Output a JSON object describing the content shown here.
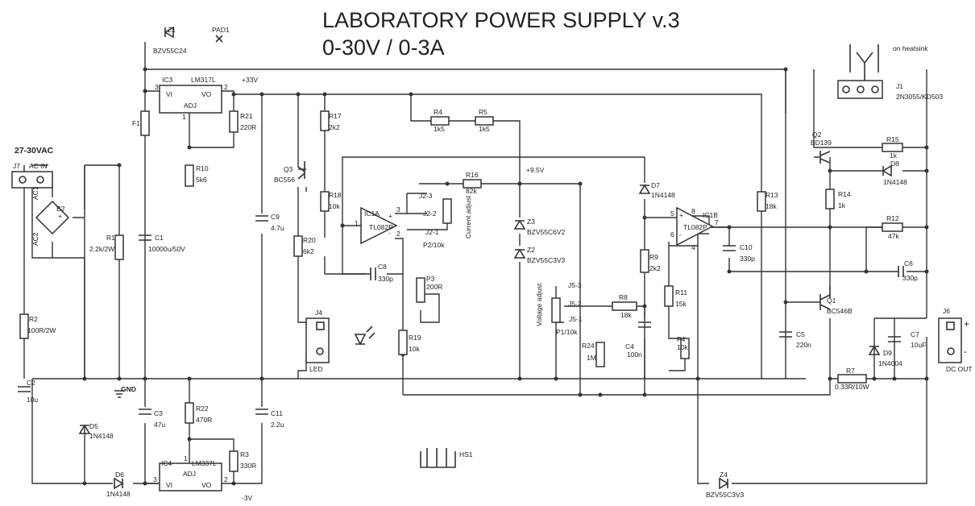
{
  "title": {
    "line1": "LABORATORY POWER SUPPLY v.3",
    "line2": "0-30V / 0-3A"
  },
  "connectors": {
    "j7_name": "J7",
    "j7_label": "AC IN",
    "input_spec": "27-30VAC",
    "j1_name": "J1",
    "j1_part": "2N3055/KD503",
    "j1_note": "on heatsink",
    "j6_name": "J6",
    "j6_label": "DC OUT",
    "j6_plus": "+",
    "j6_minus": "-",
    "j4_name": "J4",
    "j4_label": "LED",
    "pad_name": "PAD1",
    "hs_name": "HS1"
  },
  "nets": {
    "gnd": "GND",
    "pos33": "+33V",
    "pos9v5": "+9.5V",
    "neg3": "-3V"
  },
  "components": {
    "Z1": {
      "name": "Z1",
      "value": "BZV55C24"
    },
    "IC3": {
      "name": "IC3",
      "part": "LM317L",
      "vi": "VI",
      "vo": "VO",
      "adj": "ADJ",
      "p3": "3",
      "p2": "2",
      "p1": "1"
    },
    "IC4": {
      "name": "IC4",
      "part": "LM337L",
      "vi": "VI",
      "vo": "VO",
      "adj": "ADJ",
      "p3": "3",
      "p2": "2",
      "p1": "1"
    },
    "B2": {
      "name": "B2",
      "ac1": "AC1",
      "ac2": "AC2",
      "plus": "+"
    },
    "F1": {
      "name": "F1"
    },
    "R1": {
      "name": "R1",
      "value": "2.2k/2W"
    },
    "R2": {
      "name": "R2",
      "value": "100R/2W"
    },
    "C1": {
      "name": "C1",
      "value": "10000u/50V"
    },
    "C2": {
      "name": "C2",
      "value": "10u"
    },
    "C3": {
      "name": "C3",
      "value": "47u"
    },
    "R21": {
      "name": "R21",
      "value": "220R"
    },
    "R10": {
      "name": "R10",
      "value": "5k6"
    },
    "R22": {
      "name": "R22",
      "value": "470R"
    },
    "R3": {
      "name": "R3",
      "value": "330R"
    },
    "C9": {
      "name": "C9",
      "value": "4.7u"
    },
    "C11": {
      "name": "C11",
      "value": "2.2u"
    },
    "D5": {
      "name": "D5",
      "value": "1N4148"
    },
    "D6": {
      "name": "D6",
      "value": "1N4148"
    },
    "R17": {
      "name": "R17",
      "value": "2k2"
    },
    "R18": {
      "name": "R18",
      "value": "10k"
    },
    "Q3": {
      "name": "Q3",
      "value": "BC556"
    },
    "R20": {
      "name": "R20",
      "value": "6k2"
    },
    "IC1A": {
      "name": "IC1A",
      "part": "TL082P",
      "p1": "1",
      "p2": "2",
      "p3": "3",
      "plus": "+",
      "minus": "-"
    },
    "C8": {
      "name": "C8",
      "value": "330p"
    },
    "R16": {
      "name": "R16",
      "value": "82k"
    },
    "R4": {
      "name": "R4",
      "value": "1k5"
    },
    "R5": {
      "name": "R5",
      "value": "1k5"
    },
    "J2": {
      "j23": "J2-3",
      "j22": "J2-2",
      "j21": "J2-1",
      "pot": "P2/10k",
      "adj": "Current adjust"
    },
    "P3": {
      "name": "P3",
      "value": "200R"
    },
    "R19": {
      "name": "R19",
      "value": "10k"
    },
    "Z3": {
      "name": "Z3",
      "value": "BZV55C6V2"
    },
    "Z2": {
      "name": "Z2",
      "value": "BZV55C3V3"
    },
    "J5": {
      "j53": "J5-3",
      "j52": "J5-2",
      "j51": "J5-1",
      "pot": "P1/10k",
      "adj": "Voltage adjust"
    },
    "R24": {
      "name": "R24",
      "value": "1M"
    },
    "R8": {
      "name": "R8",
      "value": "18k"
    },
    "C4": {
      "name": "C4",
      "value": "100n"
    },
    "R9": {
      "name": "R9",
      "value": "2k2"
    },
    "D7": {
      "name": "D7",
      "value": "1N4148"
    },
    "IC1B": {
      "name": "IC1B",
      "part": "TL082P",
      "p5": "5",
      "p6": "6",
      "p7": "7",
      "p8": "8",
      "p4": "4",
      "plus": "+",
      "minus": "-"
    },
    "R11": {
      "name": "R11",
      "value": "15k"
    },
    "P4": {
      "name": "P4",
      "value": "10k"
    },
    "C10": {
      "name": "C10",
      "value": "330p"
    },
    "R13": {
      "name": "R13",
      "value": "18k"
    },
    "C5": {
      "name": "C5",
      "value": "220n"
    },
    "Q2": {
      "name": "Q2",
      "value": "BD139"
    },
    "R15": {
      "name": "R15",
      "value": "1k"
    },
    "D8": {
      "name": "D8",
      "value": "1N4148"
    },
    "R14": {
      "name": "R14",
      "value": "1k"
    },
    "R12": {
      "name": "R12",
      "value": "47k"
    },
    "C6": {
      "name": "C6",
      "value": "330p"
    },
    "Q1": {
      "name": "Q1",
      "value": "BC546B"
    },
    "C7": {
      "name": "C7",
      "value": "10uF"
    },
    "D9": {
      "name": "D9",
      "value": "1N4004"
    },
    "R7": {
      "name": "R7",
      "value": "0.33R/10W"
    },
    "Z4": {
      "name": "Z4",
      "value": "BZV55C3V3"
    }
  }
}
